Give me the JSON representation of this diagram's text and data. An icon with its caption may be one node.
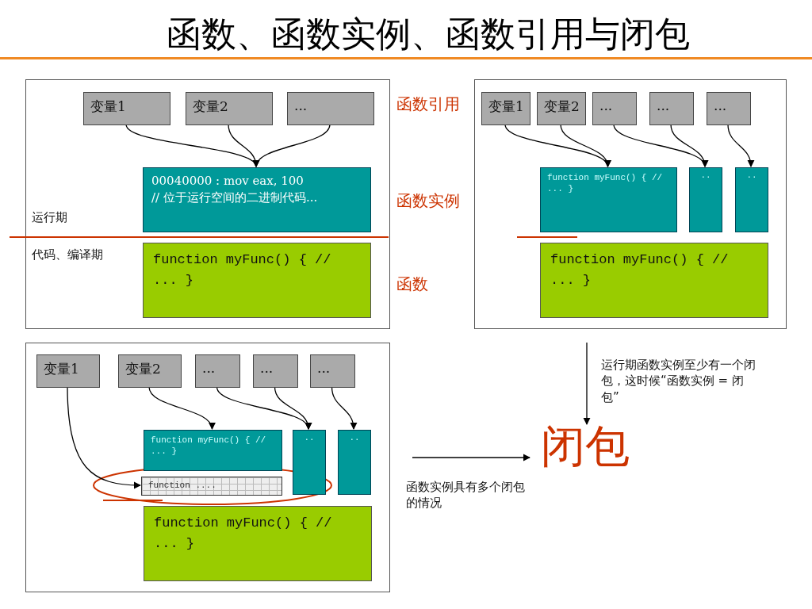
{
  "diagram": {
    "title": "函数、函数实例、函数引用与闭包",
    "nodes": [
      {
        "text": [],
        "shape": "box"
      },
      {
        "text": [
          "变量1"
        ],
        "in": 0
      },
      {
        "text": [
          "变量2"
        ],
        "in": 0
      },
      {
        "text": [
          "..."
        ],
        "in": 0
      },
      {
        "text": [
          "00040000 : mov eax, 100",
          "// 位于运行空间的二进制代码..."
        ],
        "in": 0
      },
      {
        "text": [
          "function myFunc() { // ... }"
        ],
        "in": 0
      },
      {
        "text": [],
        "shape": "box"
      },
      {
        "text": [
          "变量1"
        ],
        "in": 6
      },
      {
        "text": [
          "变量2"
        ],
        "in": 6
      },
      {
        "text": [
          "..."
        ],
        "in": 6
      },
      {
        "text": [
          "..."
        ],
        "in": 6
      },
      {
        "text": [
          "..."
        ],
        "in": 6
      },
      {
        "text": [
          "function myFunc() { // ... }"
        ],
        "in": 6
      },
      {
        "text": [
          ".."
        ],
        "in": 6
      },
      {
        "text": [
          ".."
        ],
        "in": 6
      },
      {
        "text": [
          "function myFunc() { // ... }"
        ],
        "in": 6
      },
      {
        "text": [],
        "shape": "box"
      },
      {
        "text": [
          "变量1"
        ],
        "in": 16
      },
      {
        "text": [
          "变量2"
        ],
        "in": 16
      },
      {
        "text": [
          "..."
        ],
        "in": 16
      },
      {
        "text": [
          "..."
        ],
        "in": 16
      },
      {
        "text": [
          "..."
        ],
        "in": 16
      },
      {
        "text": [
          "function myFunc() { // ... }"
        ],
        "in": 16
      },
      {
        "text": [
          ".."
        ],
        "in": 16
      },
      {
        "text": [
          ".."
        ],
        "in": 16
      },
      {
        "text": [
          "function ...."
        ],
        "in": 16
      },
      {
        "text": [
          "function myFunc() { // ... }"
        ],
        "in": 16
      },
      {
        "text": [
          "闭包"
        ]
      }
    ],
    "edges": [
      {
        "from": 1,
        "to": 4,
        "arrow": "to"
      },
      {
        "from": 2,
        "to": 4,
        "arrow": "to"
      },
      {
        "from": 3,
        "to": 4,
        "arrow": "to"
      },
      {
        "from": 7,
        "to": 12,
        "arrow": "to"
      },
      {
        "from": 8,
        "to": 12,
        "arrow": "to"
      },
      {
        "from": 9,
        "to": 13,
        "arrow": "to"
      },
      {
        "from": 10,
        "to": 13,
        "arrow": "to"
      },
      {
        "from": 11,
        "to": 14,
        "arrow": "to"
      },
      {
        "from": 17,
        "to": 25,
        "arrow": "to"
      },
      {
        "from": 18,
        "to": 22,
        "arrow": "to"
      },
      {
        "from": 19,
        "to": 23,
        "arrow": "to"
      },
      {
        "from": 20,
        "to": 23,
        "arrow": "to"
      },
      {
        "from": 21,
        "to": 24,
        "arrow": "to"
      },
      {
        "from": null,
        "to": 27,
        "arrow": "to",
        "label": "运行期函数实例至少有一个闭包，这时候“函数实例 = 闭包”"
      },
      {
        "from": null,
        "to": 27,
        "arrow": "to",
        "label": "函数实例具有多个闭包的情况"
      }
    ],
    "labels": [
      "函数引用",
      "函数实例",
      "运行期",
      "代码、编译期",
      "函数"
    ]
  }
}
